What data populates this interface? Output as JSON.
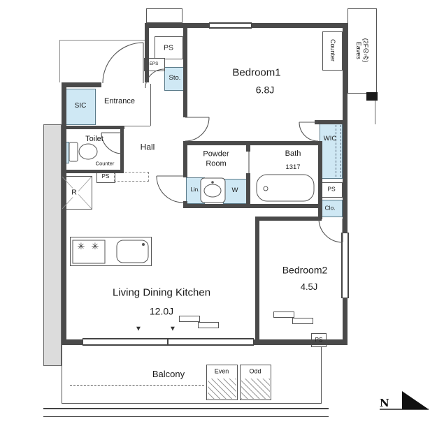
{
  "rooms": {
    "bedroom1": {
      "name": "Bedroom1",
      "size": "6.8J"
    },
    "bedroom2": {
      "name": "Bedroom2",
      "size": "4.5J"
    },
    "ldk": {
      "name": "Living Dining Kitchen",
      "size": "12.0J"
    },
    "bath": {
      "name": "Bath",
      "size": "1317"
    },
    "powder_room": {
      "name": "Powder\nRoom"
    },
    "toilet": {
      "name": "Toilet"
    },
    "hall": {
      "name": "Hall"
    },
    "entrance": {
      "name": "Entrance"
    },
    "balcony": {
      "name": "Balcony"
    }
  },
  "storage": {
    "sic": "SIC",
    "sto": "Sto.",
    "wic": "WIC",
    "clo": "Clo.",
    "lin": "Lin.",
    "washer": "W",
    "refrigerator": "R"
  },
  "utility": {
    "ps": "PS",
    "eps": "EPS"
  },
  "counter_labels": {
    "bedroom1": "Counter",
    "toilet": "Counter"
  },
  "eaves_label": "Eaves\n(2Fのみ)",
  "balcony_hatches": {
    "even": "Even",
    "odd": "Odd"
  },
  "compass": {
    "north": "N"
  },
  "icons": {
    "burner": "✳",
    "window_marker": "▼"
  },
  "colors": {
    "wall": "#4a4a4a",
    "highlight": "#cfe8f4",
    "common_area": "#dcdcdc"
  }
}
